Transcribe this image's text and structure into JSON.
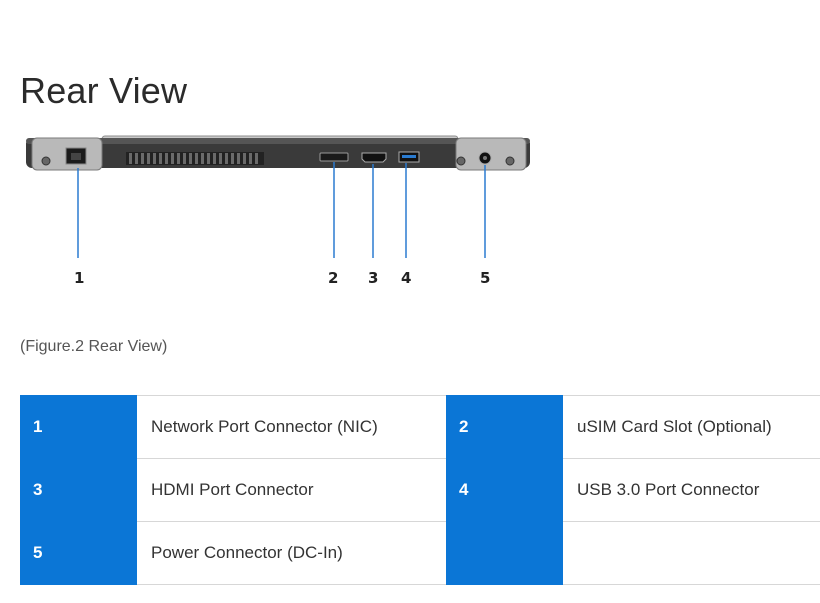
{
  "page": {
    "title": "Rear View"
  },
  "figure": {
    "callouts": [
      "1",
      "2",
      "3",
      "4",
      "5"
    ],
    "caption": "(Figure.2 Rear View)"
  },
  "table": {
    "rows": [
      [
        {
          "num": "1",
          "label": "Network Port Connector (NIC)"
        },
        {
          "num": "2",
          "label": "uSIM Card Slot (Optional)"
        }
      ],
      [
        {
          "num": "3",
          "label": "HDMI Port Connector"
        },
        {
          "num": "4",
          "label": "USB 3.0 Port Connector"
        }
      ],
      [
        {
          "num": "5",
          "label": "Power Connector (DC-In)"
        },
        {
          "num": "",
          "label": ""
        }
      ]
    ]
  },
  "colors": {
    "accent": "#0b76d6",
    "chassis": "#3a3a3a",
    "lid": "#c9c9c9"
  }
}
